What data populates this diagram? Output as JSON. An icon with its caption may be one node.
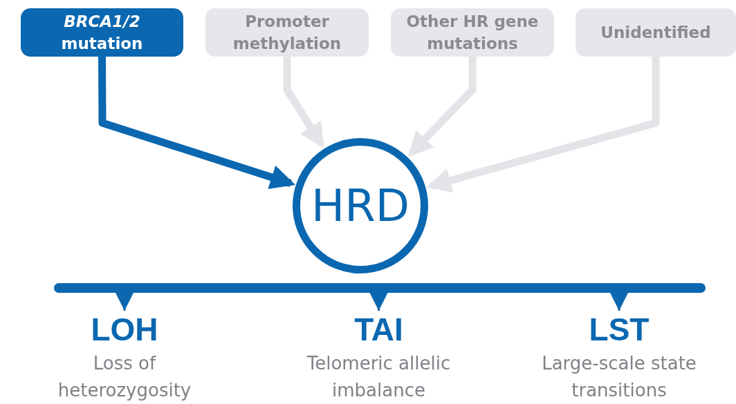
{
  "diagram": {
    "nodes": [
      {
        "text": [
          "*BRCA1/2* mutation"
        ]
      },
      {
        "text": [
          "Promoter methylation"
        ]
      },
      {
        "text": [
          "Other HR gene mutations"
        ]
      },
      {
        "text": [
          "Unidentified"
        ]
      },
      {
        "text": [
          "HRD"
        ]
      },
      {
        "text": [],
        "shape": "bar"
      },
      {
        "text": [
          "LOH",
          "Loss of heterozygosity"
        ]
      },
      {
        "text": [
          "TAI",
          "Telomeric allelic imbalance"
        ]
      },
      {
        "text": [
          "LST",
          "Large-scale state transitions"
        ]
      }
    ],
    "edges": [
      {
        "from": 0,
        "to": 4,
        "arrow": "to"
      },
      {
        "from": 1,
        "to": 4,
        "arrow": "to",
        "color": "#e3e4e8"
      },
      {
        "from": 2,
        "to": 4,
        "arrow": "to",
        "color": "#e3e4e8"
      },
      {
        "from": 3,
        "to": 4,
        "arrow": "to",
        "color": "#e3e4e8"
      },
      {
        "from": 5,
        "to": 6,
        "arrow": "to"
      },
      {
        "from": 5,
        "to": 7,
        "arrow": "to"
      },
      {
        "from": 5,
        "to": 8,
        "arrow": "to"
      }
    ]
  }
}
